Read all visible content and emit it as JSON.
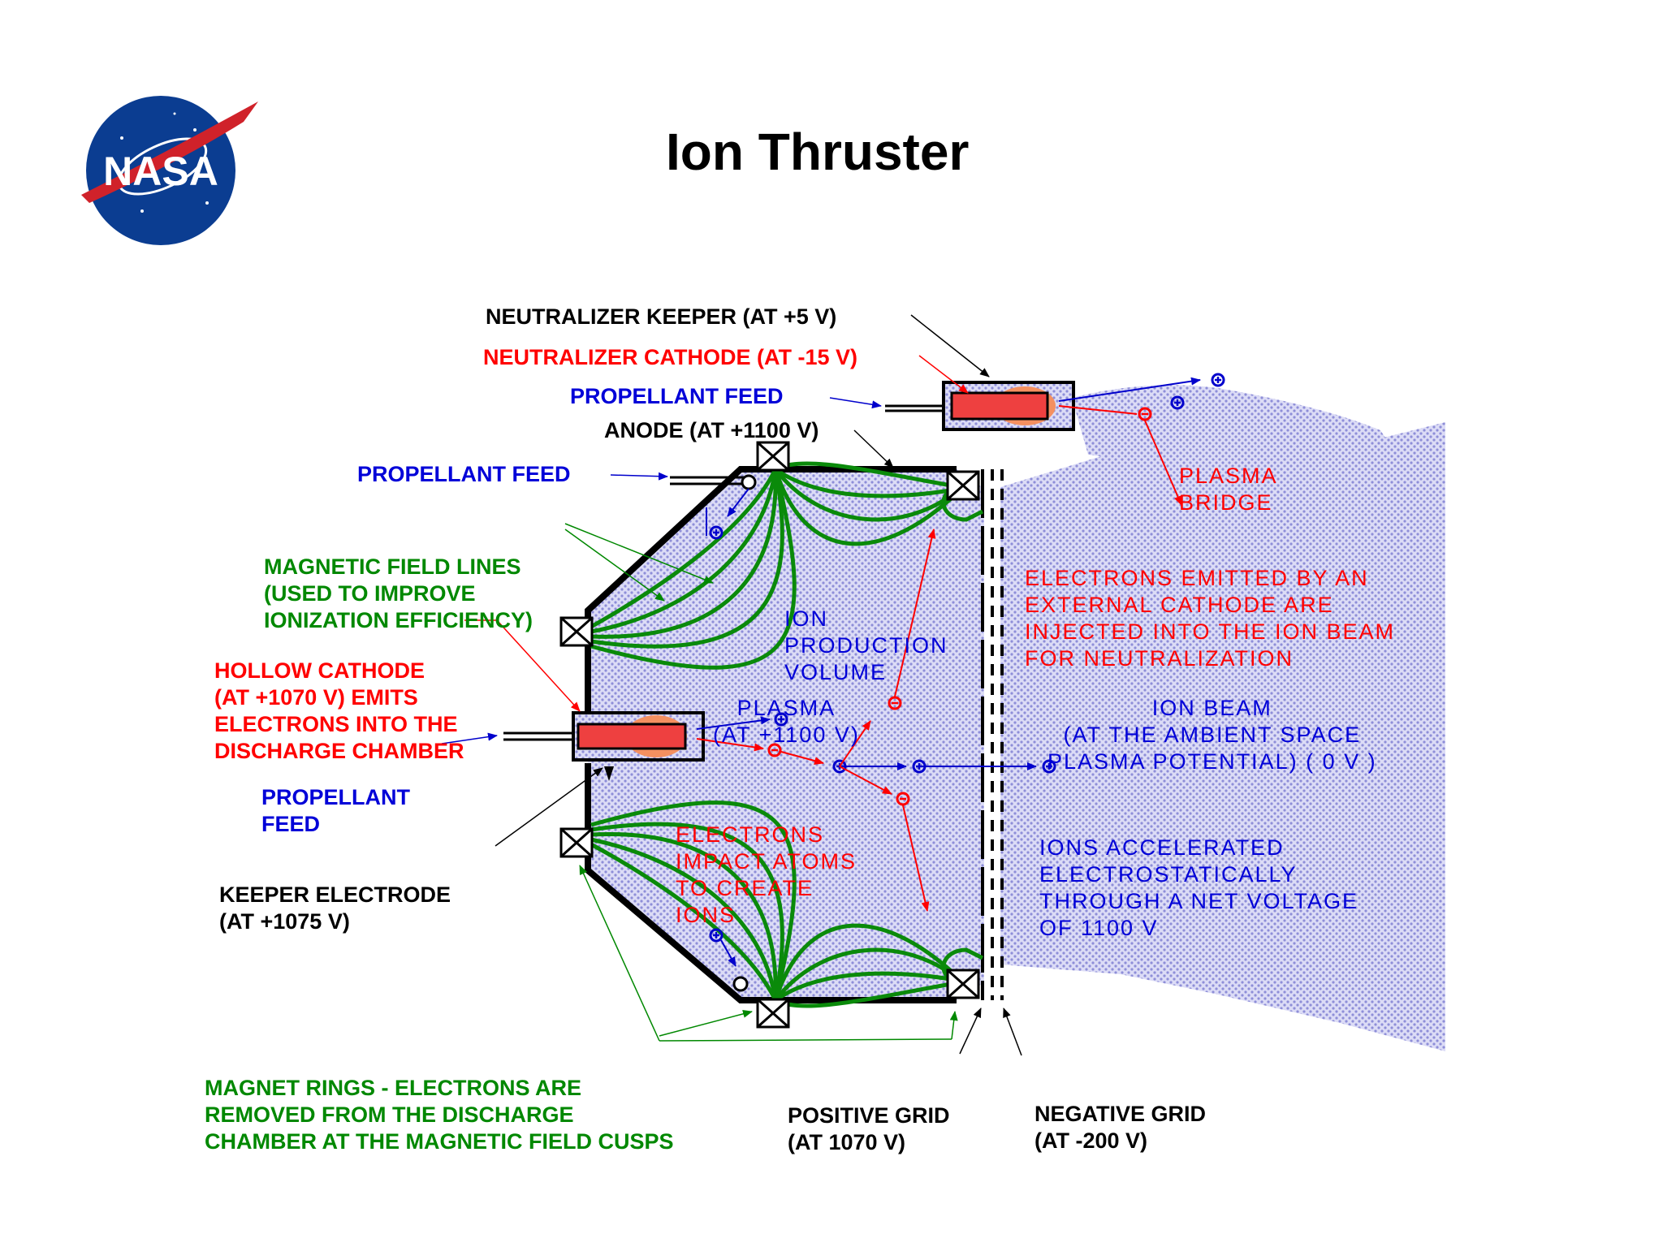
{
  "page": {
    "title": "Ion Thruster",
    "logo_text": "NASA"
  },
  "labels": {
    "neutralizer_keeper": "NEUTRALIZER KEEPER (AT +5 V)",
    "neutralizer_cathode": "NEUTRALIZER CATHODE (AT -15 V)",
    "propellant_feed_top": "PROPELLANT FEED",
    "anode": "ANODE (AT +1100 V)",
    "propellant_feed_mid": "PROPELLANT FEED",
    "magnetic_field_lines": [
      "MAGNETIC FIELD LINES",
      "(USED TO IMPROVE",
      "IONIZATION EFFICIENCY)"
    ],
    "hollow_cathode": [
      "HOLLOW CATHODE",
      "(AT +1070 V) EMITS",
      "ELECTRONS INTO THE",
      "DISCHARGE CHAMBER"
    ],
    "propellant_feed_low": [
      "PROPELLANT",
      "FEED"
    ],
    "keeper_electrode": [
      "KEEPER ELECTRODE",
      "(AT +1075 V)"
    ],
    "magnet_rings": [
      "MAGNET RINGS - ELECTRONS ARE",
      "REMOVED FROM THE DISCHARGE",
      "CHAMBER AT THE MAGNETIC FIELD CUSPS"
    ],
    "positive_grid": [
      "POSITIVE GRID",
      "(AT 1070 V)"
    ],
    "negative_grid": [
      "NEGATIVE GRID",
      "(AT -200 V)"
    ],
    "plasma_bridge": [
      "PLASMA",
      "BRIDGE"
    ],
    "electrons_emitted": [
      "ELECTRONS EMITTED BY AN",
      "EXTERNAL CATHODE ARE",
      "INJECTED INTO THE ION BEAM",
      "FOR NEUTRALIZATION"
    ],
    "ion_production_volume": [
      "ION",
      "PRODUCTION",
      "VOLUME"
    ],
    "plasma": [
      "PLASMA",
      "(AT +1100 V)"
    ],
    "ion_beam": [
      "ION BEAM",
      "(AT THE AMBIENT SPACE",
      "PLASMA POTENTIAL) ( 0 V )"
    ],
    "electrons_impact": [
      "ELECTRONS",
      "IMPACT ATOMS",
      "TO CREATE",
      "IONS"
    ],
    "ions_accelerated": [
      "IONS ACCELERATED",
      "ELECTROSTATICALLY",
      "THROUGH A NET VOLTAGE",
      "OF 1100 V"
    ]
  },
  "colors": {
    "label_black": "#000000",
    "label_red": "#ff0000",
    "label_blue": "#0000d8",
    "label_green": "#008800",
    "plasma_fill": "#c8c8f0",
    "cathode_fill": "#ee4040",
    "cathode_glow": "#f49060",
    "nasa_blue": "#0b3d91"
  }
}
